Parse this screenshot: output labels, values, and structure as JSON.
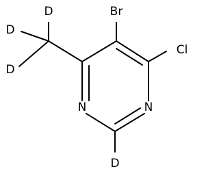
{
  "molecule": {
    "atoms": {
      "br": "Br",
      "cl": "Cl",
      "n_left": "N",
      "n_right": "N",
      "d_ring": "D",
      "d_methyl_top": "D",
      "d_methyl_middle": "D",
      "d_methyl_bottom": "D"
    },
    "colors": {
      "bonds": "#000000",
      "labels": "#000000",
      "background": "#ffffff"
    }
  }
}
